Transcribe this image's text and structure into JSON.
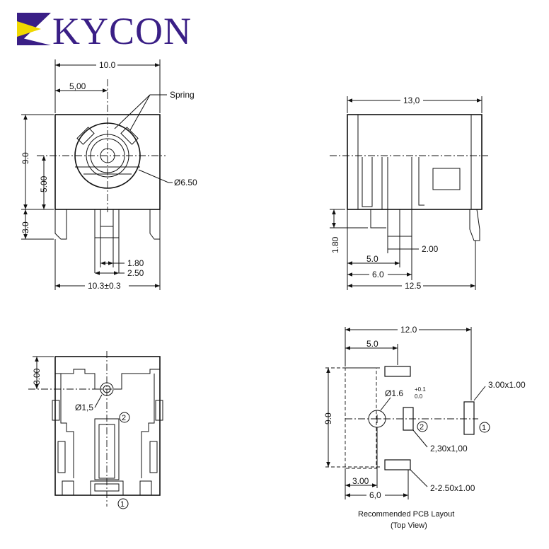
{
  "brand": {
    "name": "KYCON"
  },
  "front_view": {
    "width_top": "10.0",
    "half_width": "5,00",
    "spring_label": "Spring",
    "height": "9.0",
    "center_height": "5.00",
    "pin_length": "3.0",
    "diameter": "Ø6.50",
    "pin_width_inner": "1.80",
    "pin_width_outer": "2.50",
    "width_bottom": "10.3±0.3"
  },
  "side_view": {
    "length": "13,0",
    "pin_height": "1.80",
    "pin_gap": "2.00",
    "pin_offset_1": "5.0",
    "pin_offset_2": "6.0",
    "overall_length": "12.5"
  },
  "bottom_view": {
    "hole_offset": "3.00",
    "hole_diameter": "Ø1,5",
    "pin_2": "2",
    "pin_1": "1"
  },
  "pcb_layout": {
    "overall": "12.0",
    "offset_5": "5.0",
    "hole_label": "Ø1.6",
    "hole_tol_upper": "+0.1",
    "hole_tol_lower": "0.0",
    "height": "9.0",
    "pad_1_size": "3.00x1.00",
    "pad_2_size": "2,30x1,00",
    "pad_3_size": "2-2.50x1.00",
    "offset_3": "3.00",
    "offset_6": "6,0",
    "pin_1": "1",
    "pin_2": "2",
    "caption": "Recommended PCB Layout",
    "caption_sub": "(Top View)"
  }
}
